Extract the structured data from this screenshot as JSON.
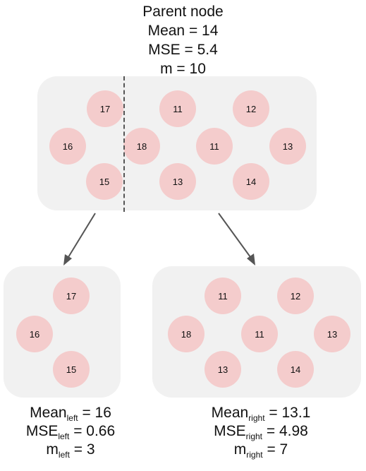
{
  "parent": {
    "title": "Parent node",
    "mean": "Mean = 14",
    "mse": "MSE = 5.4",
    "m": "m = 10",
    "values": [
      "17",
      "11",
      "12",
      "16",
      "18",
      "11",
      "13",
      "15",
      "13",
      "14"
    ]
  },
  "left": {
    "values": [
      "17",
      "16",
      "15"
    ],
    "mean_label": "Mean",
    "mean_sub": "left",
    "mean_value": " = 16",
    "mse_label": "MSE",
    "mse_sub": "left",
    "mse_value": " = 0.66",
    "m_label": "m",
    "m_sub": "left",
    "m_value": " = 3"
  },
  "right": {
    "values": [
      "11",
      "12",
      "18",
      "11",
      "13",
      "13",
      "14"
    ],
    "mean_label": "Mean",
    "mean_sub": "right",
    "mean_value": " = 13.1",
    "mse_label": "MSE",
    "mse_sub": "right",
    "mse_value": " = 4.98",
    "m_label": "m",
    "m_sub": "right",
    "m_value": " = 7"
  },
  "colors": {
    "panel": "#f1f1f1",
    "node": "#f4cccc",
    "arrow": "#555555"
  }
}
